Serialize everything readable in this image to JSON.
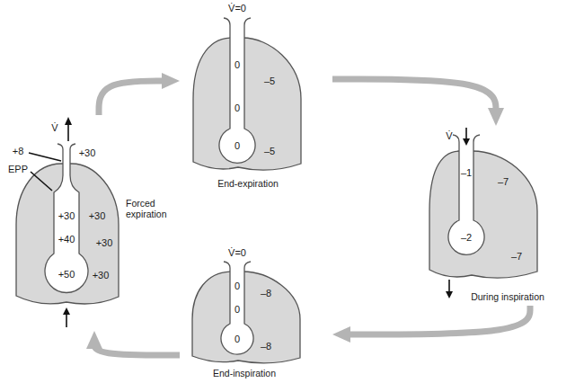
{
  "diagram": {
    "nodes": [
      {
        "text": [
          "V̇=0",
          "0",
          "–5",
          "0",
          "0",
          "–5",
          "End-expiration"
        ]
      },
      {
        "text": [
          "V̇",
          "–1",
          "–7",
          "–2",
          "–7",
          "During inspiration"
        ]
      },
      {
        "text": [
          "V̇=0",
          "0",
          "–8",
          "0",
          "0",
          "–8",
          "End-inspiration"
        ]
      },
      {
        "text": [
          "V̇",
          "+8",
          "+30",
          "EPP",
          "+30",
          "+30",
          "+40",
          "+30",
          "+50",
          "+30",
          "Forced expiration"
        ]
      }
    ],
    "edges": [
      {
        "from": 3,
        "to": 0,
        "arrow": "to"
      },
      {
        "from": 0,
        "to": 1,
        "arrow": "to"
      },
      {
        "from": 1,
        "to": 2,
        "arrow": "to"
      },
      {
        "from": 2,
        "to": 3,
        "arrow": "to"
      }
    ]
  }
}
